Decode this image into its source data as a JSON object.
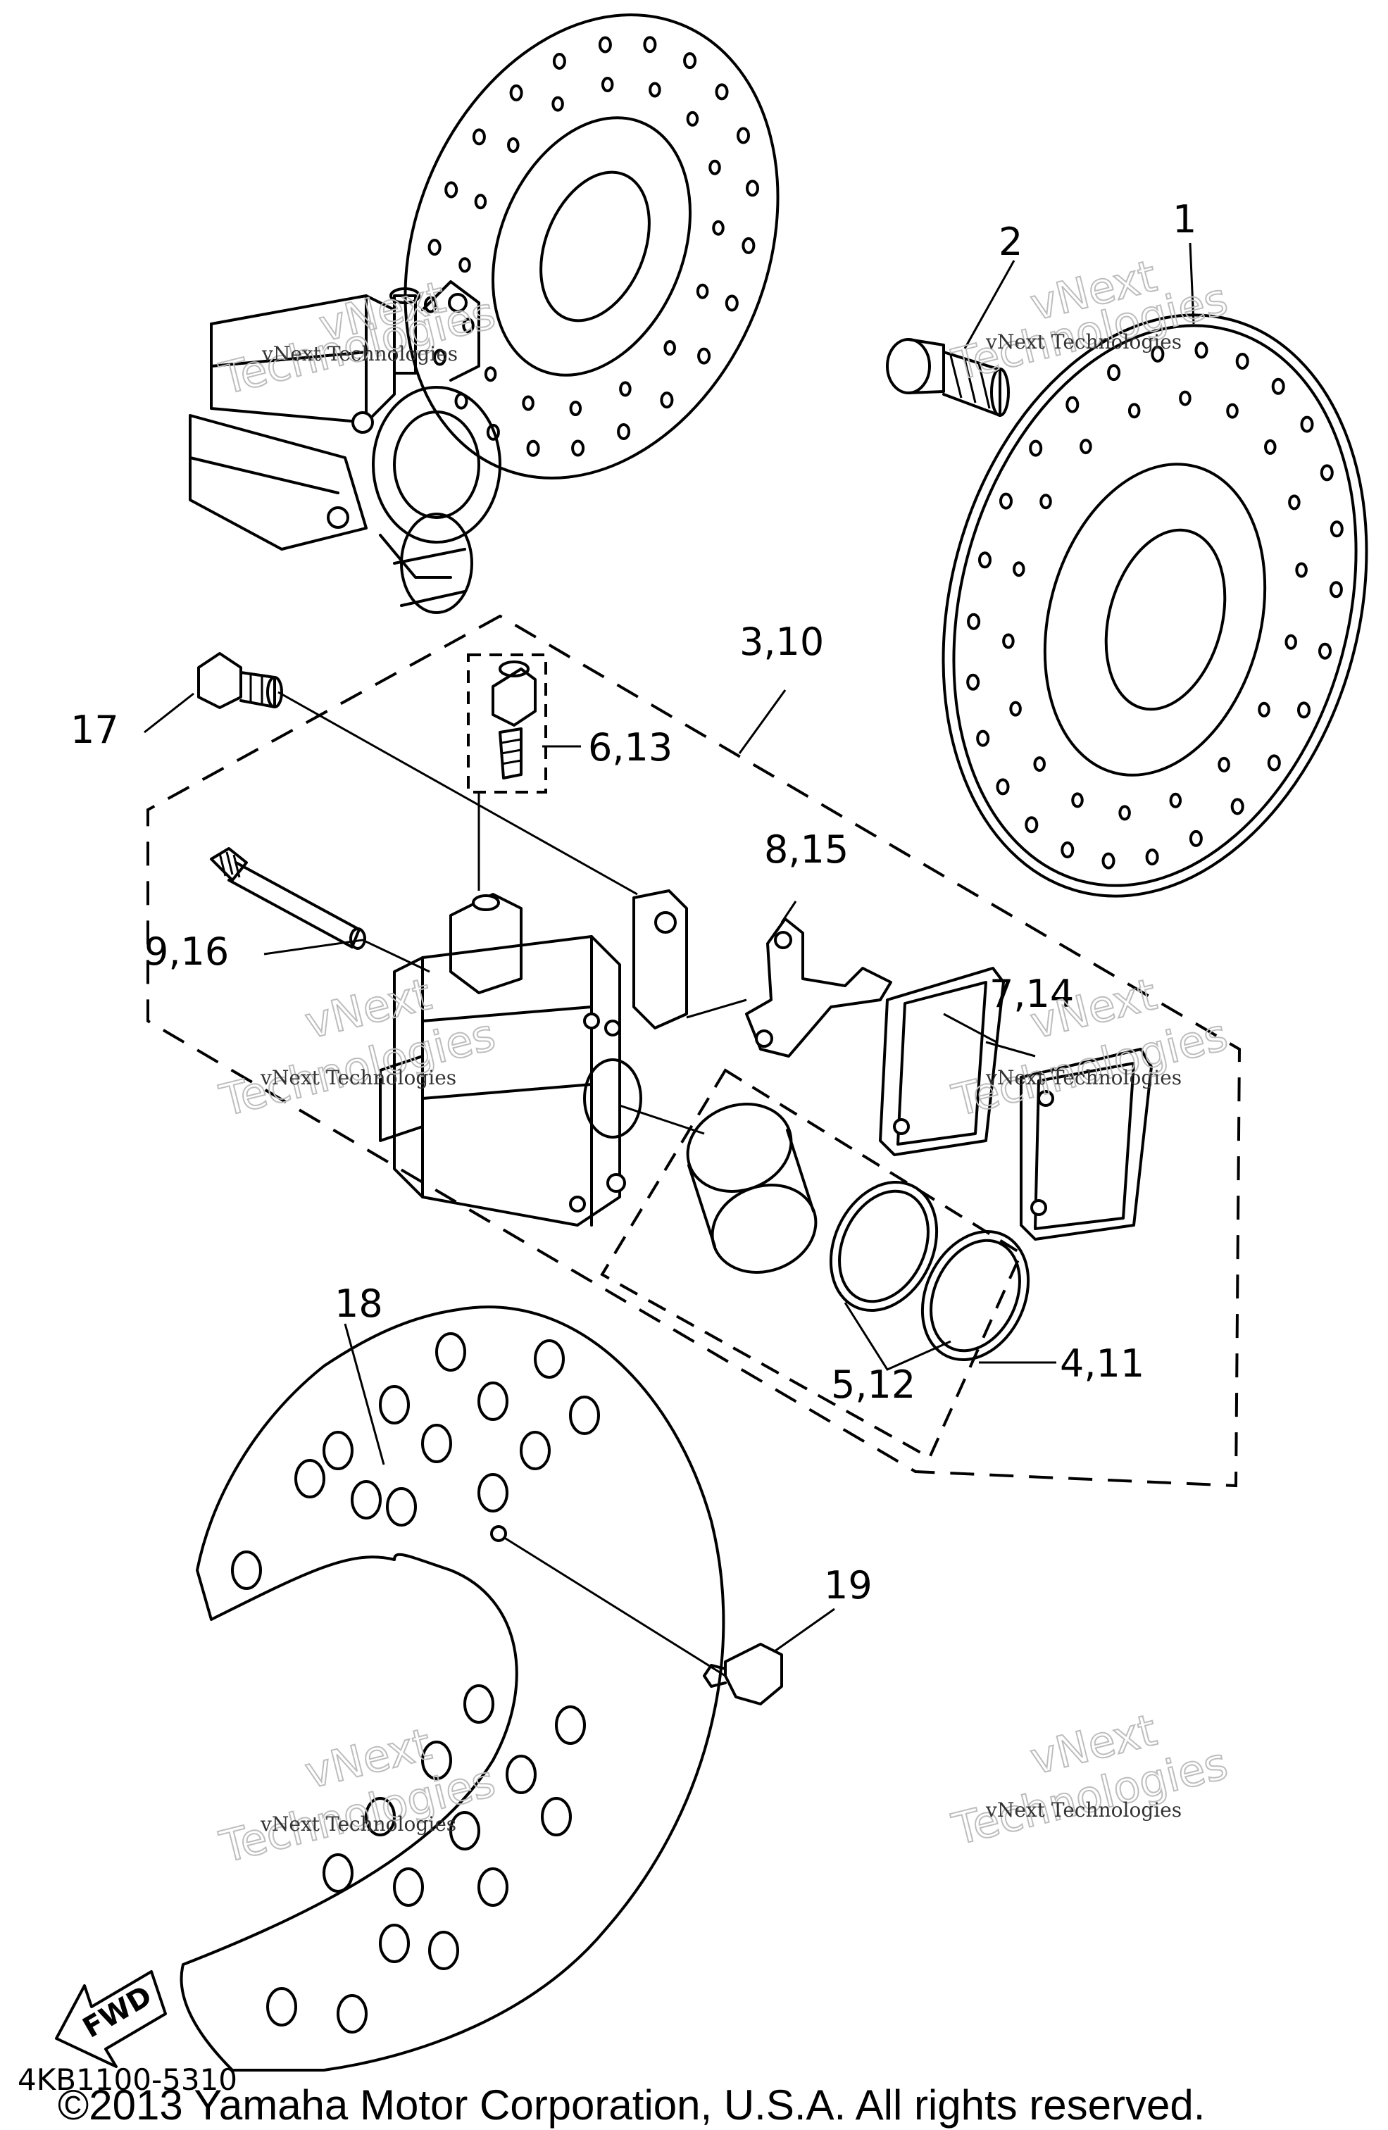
{
  "diagram": {
    "callouts": [
      "1",
      "2",
      "3,10",
      "4,11",
      "5,12",
      "6,13",
      "7,14",
      "8,15",
      "9,16",
      "17",
      "18",
      "19"
    ],
    "watermark": {
      "line_small": "vNext Technologies",
      "line_big_1": "vNext",
      "line_big_2": "Technologies"
    },
    "direction_arrow": "FWD",
    "drawing_code": "4KB1100-5310",
    "copyright": "©2013 Yamaha Motor Corporation, U.S.A. All rights reserved."
  }
}
